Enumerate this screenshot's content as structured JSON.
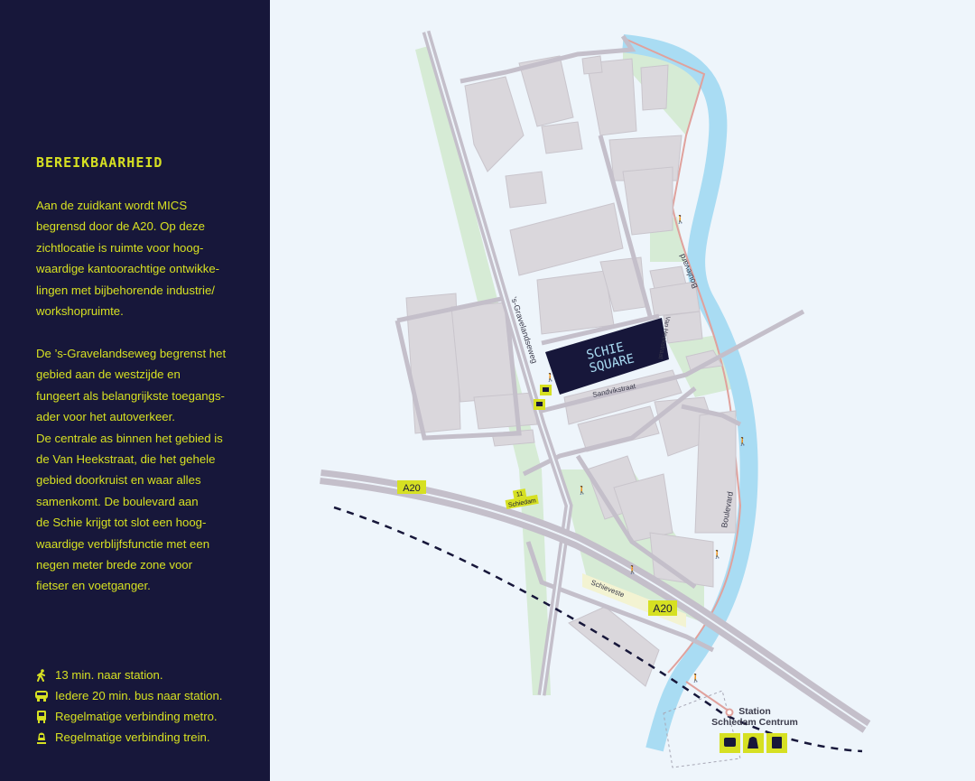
{
  "panel": {
    "title": "BEREIKBAARHEID",
    "paragraph1": "Aan de zuidkant wordt MICS\nbegrensd door de A20. Op deze\nzichtlocatie is ruimte voor hoog-\nwaardige kantoorachtige ontwikke-\nlingen met bijbehorende industrie/\nworkshopruimte.",
    "paragraph2": "De ’s-Gravelandseweg begrenst het\ngebied aan de westzijde en\nfungeert als belangrijkste toegangs-\nader voor het autoverkeer.\nDe centrale as binnen het gebied is\nde Van Heekstraat, die het gehele\ngebied doorkruist en waar alles\nsamenkomt. De boulevard aan\nde Schie krijgt tot slot een hoog-\nwaardige verblijfsfunctie met een\nnegen meter brede zone voor\nfietser en voetganger.",
    "legend": [
      {
        "icon": "walk-icon",
        "label": "13 min. naar station."
      },
      {
        "icon": "bus-icon",
        "label": "Iedere 20 min. bus naar station."
      },
      {
        "icon": "metro-icon",
        "label": "Regelmatige verbinding metro."
      },
      {
        "icon": "train-icon",
        "label": "Regelmatige verbinding trein."
      }
    ]
  },
  "map": {
    "brand_line1": "SCHIE",
    "brand_line2": "SQUARE",
    "streets": {
      "gravelandseweg": "'s-Gravelandseweg",
      "sandvikstraat": "Sandvikstraat",
      "vanheekstraat": "Van Heekstraat",
      "boulevard_north": "Boulevard",
      "boulevard_south": "Boulevard",
      "schieveste": "Schieveste"
    },
    "highway_label_1": "A20",
    "highway_label_2": "A20",
    "exit_number": "11",
    "exit_name": "Schiedam",
    "station_line1": "Station",
    "station_line2": "Schiedam Centrum",
    "colors": {
      "panel": "#17173a",
      "accent": "#d6e022",
      "water": "#a9dcf3",
      "green": "#d6ebd5",
      "building": "#dad7dc",
      "road": "#c4bfca"
    }
  }
}
